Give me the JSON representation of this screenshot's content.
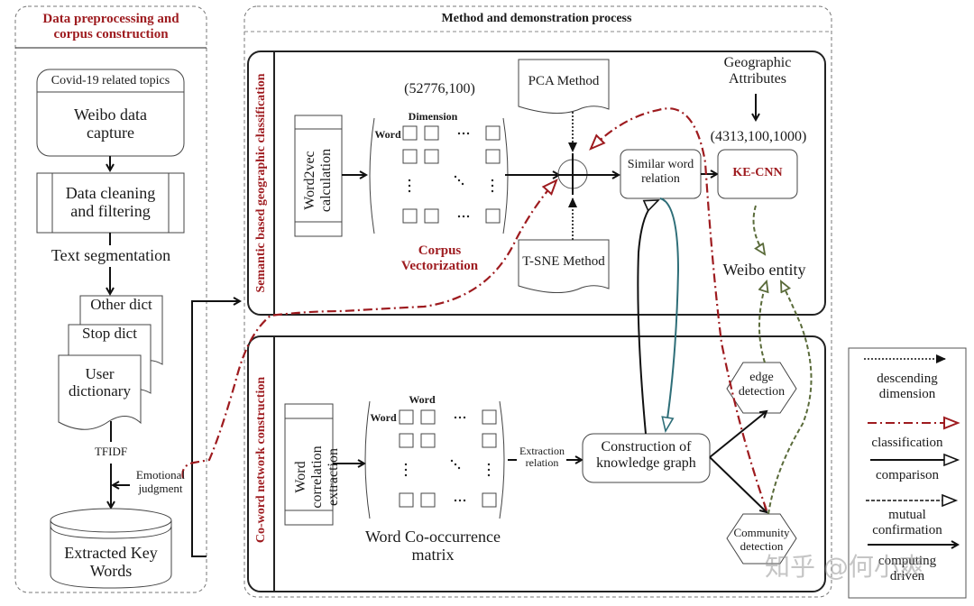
{
  "figure": {
    "left_panel": {
      "title": "Data preprocessing and corpus construction",
      "title_line1": "Data preprocessing and",
      "title_line2": "corpus construction",
      "topic_header": "Covid-19 related topics",
      "capture_line1": "Weibo data",
      "capture_line2": "capture",
      "cleaning_line1": "Data cleaning",
      "cleaning_line2": "and filtering",
      "segmentation": "Text segmentation",
      "dict_other": "Other dict",
      "dict_stop": "Stop dict",
      "dict_user_line1": "User",
      "dict_user_line2": "dictionary",
      "tfidf": "TFIDF",
      "emotional_line1": "Emotional",
      "emotional_line2": "judgment",
      "keywords_line1": "Extracted Key",
      "keywords_line2": "Words"
    },
    "method_panel": {
      "title": "Method and demonstration process",
      "semantic": {
        "side_label": "Semantic based geographic classification",
        "word2vec_line1": "Word2vec",
        "word2vec_line2": "calculation",
        "matrix_shape": "(52776,100)",
        "matrix_col_label": "Dimension",
        "matrix_row_label": "Word",
        "ellipsis_h": "···",
        "corpus_line1": "Corpus",
        "corpus_line2": "Vectorization",
        "pca": "PCA Method",
        "tsne": "T-SNE Method",
        "similar_line1": "Similar word",
        "similar_line2": "relation",
        "geo_line1": "Geographic",
        "geo_line2": "Attributes",
        "kecnn_shape": "(4313,100,1000)",
        "kecnn": "KE-CNN",
        "weibo_entity": "Weibo entity"
      },
      "coword": {
        "side_label": "Co-word network construction",
        "extract_line1": "Word",
        "extract_line2": "correlation",
        "extract_line3": "extraction",
        "matrix_col_label": "Word",
        "matrix_row_label": "Word",
        "matrix_line1": "Word Co-occurrence",
        "matrix_line2": "matrix",
        "extraction_line1": "Extraction",
        "extraction_line2": "relation",
        "kg_line1": "Construction of",
        "kg_line2": "knowledge graph",
        "edge_line1": "edge",
        "edge_line2": "detection",
        "community_line1": "Community",
        "community_line2": "detection"
      }
    },
    "legend": {
      "items": [
        {
          "label_line1": "descending",
          "label_line2": "dimension",
          "style": "dotted-filled-arrow"
        },
        {
          "label_line1": "classification",
          "label_line2": "",
          "style": "dash-dot-red-open-arrow"
        },
        {
          "label_line1": "comparison",
          "label_line2": "",
          "style": "solid-open-arrow"
        },
        {
          "label_line1": "mutual",
          "label_line2": "confirmation",
          "style": "dashed-open-arrow"
        },
        {
          "label_line1": "computing",
          "label_line2": "driven",
          "style": "solid-arrow"
        }
      ]
    },
    "colors": {
      "classification_red": "#9e1b1f",
      "confirmation_green": "#5a6b3a",
      "comparison_teal": "#2e6e78",
      "text": "#1a1a1a"
    },
    "watermark": "知乎 @何小爽"
  }
}
